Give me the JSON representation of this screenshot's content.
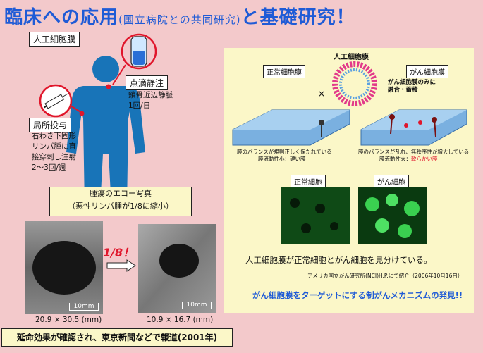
{
  "title": {
    "main": "臨床への応用",
    "sub": "(国立病院との共同研究)",
    "rest": "と基礎研究！"
  },
  "left": {
    "liposome_label": "人工細胞膜",
    "drip_label": "点滴静注",
    "drip_detail": [
      "鎖骨近辺静脈",
      "1回/日"
    ],
    "local_label": "局所投与",
    "local_detail": [
      "右わき下固形",
      "リンパ腫に直",
      "接穿刺し注射",
      "2〜3回/週"
    ],
    "echo_title": [
      "腫瘍のエコー写真",
      "（悪性リンパ腫が1/8に縮小）"
    ],
    "ratio": "1/8！",
    "scale": "10mm",
    "size_before": "20.9 × 30.5 (mm)",
    "size_after": "10.9 × 16.7 (mm)"
  },
  "footer": "延命効果が確認され、東京新聞などで報道(2001年)",
  "right": {
    "top_label": "人工細胞膜",
    "normal_label": "正常細胞膜",
    "cancer_label": "がん細胞膜",
    "cancer_note": [
      "がん細胞膜のみに",
      "融合・蓄積"
    ],
    "cross": "×",
    "normal_desc": [
      "膜のバランスが規則正しく保たれている",
      "膜流動性小：硬い膜"
    ],
    "cancer_desc": [
      "膜のバランスが乱れ、無秩序性が増大している",
      "膜流動性大："
    ],
    "cancer_desc_red": "軟らかい膜",
    "cell_normal": "正常細胞",
    "cell_cancer": "がん細胞",
    "sentence": "人工細胞膜が正常細胞とがん細胞を見分けている。",
    "source": "アメリカ国立がん研究所(NCI)H.P.にて紹介（2006年10月16日）",
    "conclusion": "がん細胞膜をターゲットにする制がんメカニズムの発見!!"
  },
  "colors": {
    "title": "#1f5bd6",
    "figure": "#1874b8",
    "accent_red": "#e0162b",
    "panel": "#fbf7c8",
    "background": "#f3c9cb"
  }
}
